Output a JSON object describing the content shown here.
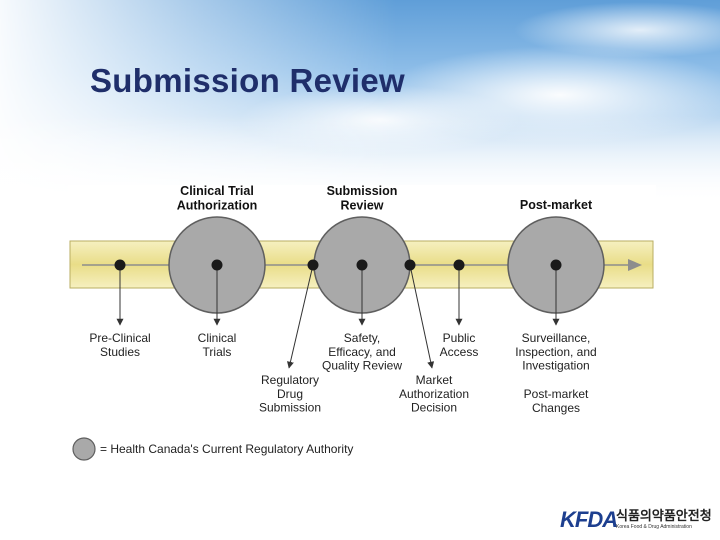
{
  "slide": {
    "title": "Submission Review"
  },
  "diagram": {
    "phases": [
      "Clinical Trial\nAuthorization",
      "Submission\nReview",
      "Post-market"
    ],
    "below_labels": [
      "Pre-Clinical\nStudies",
      "Clinical\nTrials",
      "Safety,\nEfficacy, and\nQuality Review",
      "Public\nAccess",
      "Surveillance,\nInspection, and\nInvestigation",
      "Regulatory\nDrug\nSubmission",
      "Market\nAuthorization\nDecision",
      "Post-market\nChanges"
    ],
    "legend": "= Health Canada's Current Regulatory Authority"
  },
  "logo": {
    "mark": "KFDA",
    "korean": "식품의약품안전청",
    "english": "Korea Food & Drug Administration"
  },
  "colors": {
    "title": "#1f2e6a",
    "band": "#efe7a0",
    "circle": "#a9a9a9",
    "logo": "#1d3f8f"
  }
}
